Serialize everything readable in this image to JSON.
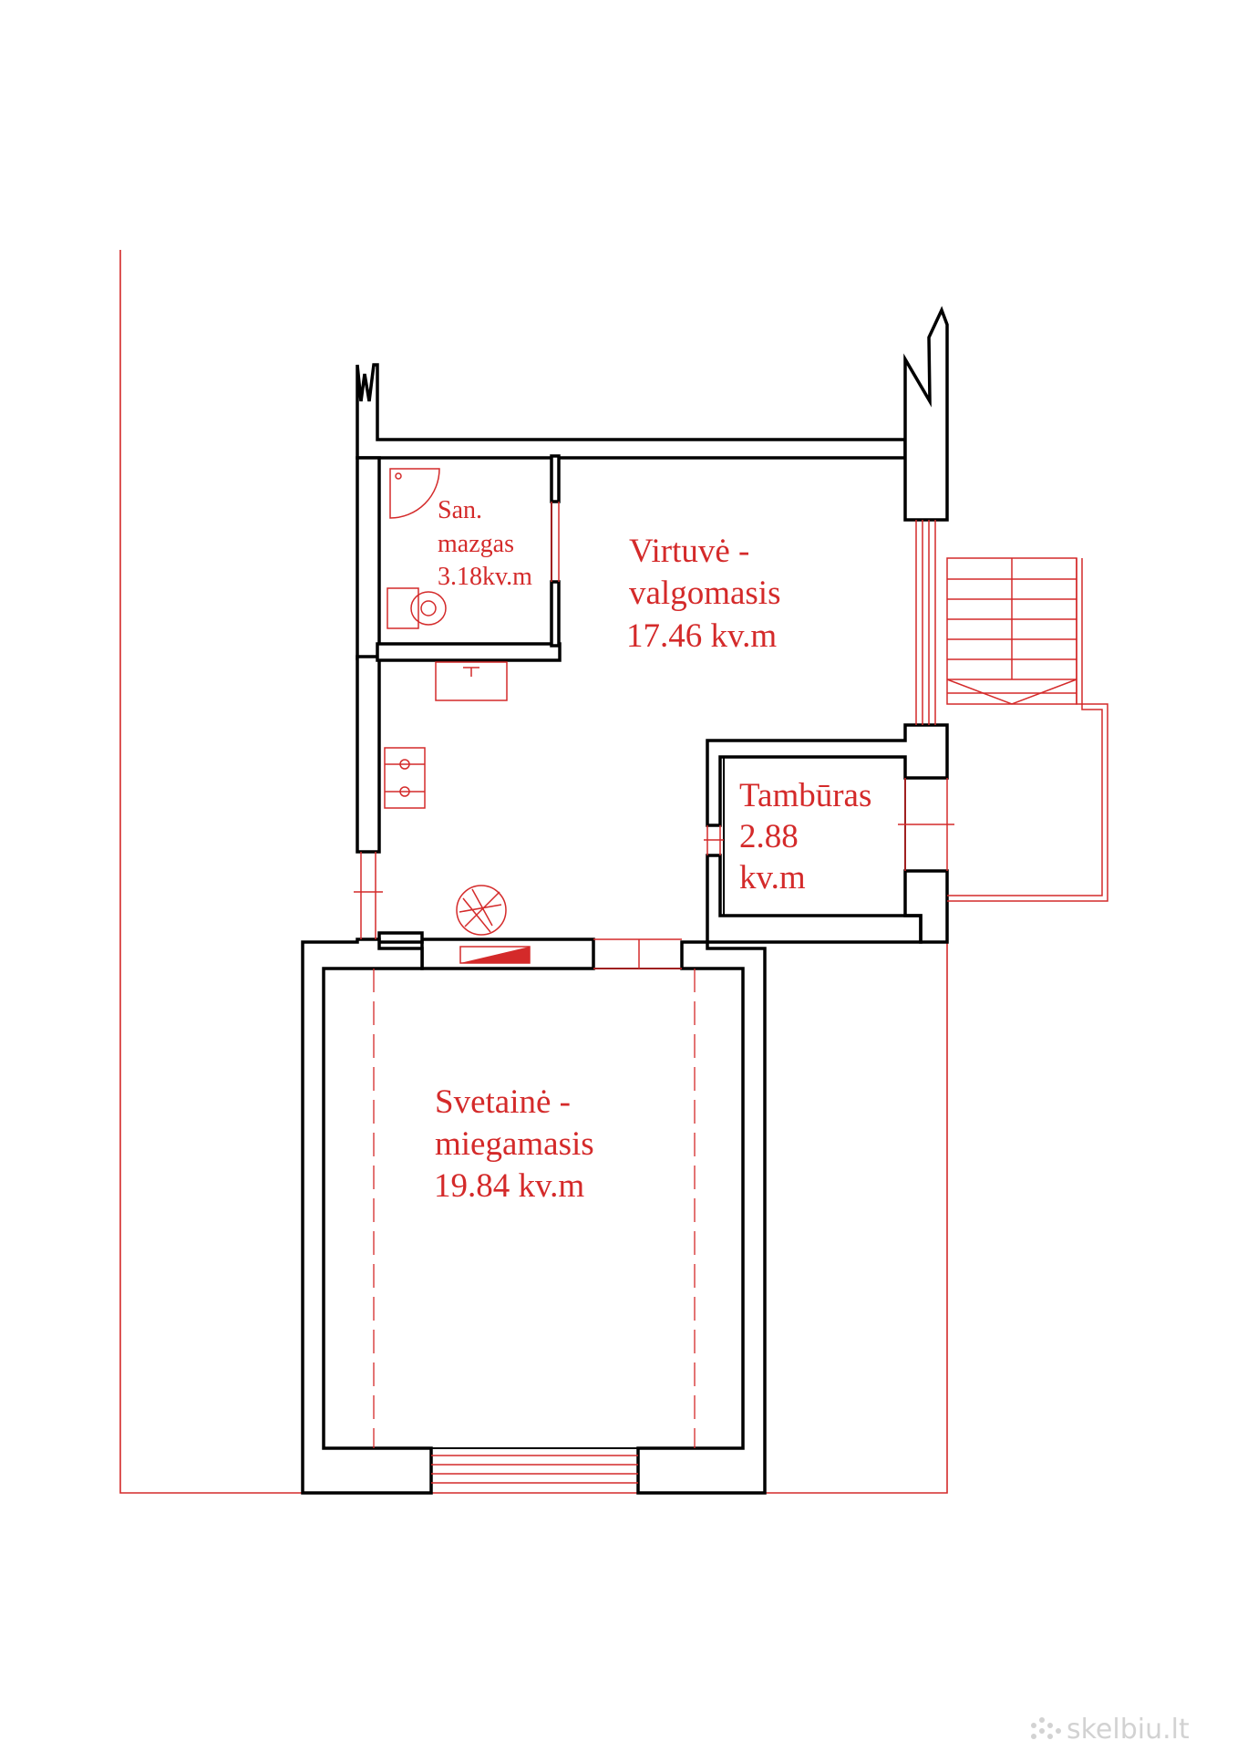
{
  "colors": {
    "wall": "#000000",
    "annotation": "#d42a2a",
    "watermark": "#d2d2d2",
    "background": "#ffffff"
  },
  "rooms": {
    "bathroom": {
      "lines": [
        "San.",
        "mazgas",
        "3.18kv.m"
      ]
    },
    "kitchen": {
      "lines": [
        "Virtuvė -",
        "valgomasis",
        "17.46 kv.m"
      ]
    },
    "vestibule": {
      "lines": [
        "Tambūras",
        "2.88",
        "kv.m"
      ]
    },
    "living": {
      "lines": [
        "Svetainė -",
        "miegamasis",
        "19.84 kv.m"
      ]
    }
  },
  "watermark": {
    "text": "skelbiu.lt",
    "icon": "dots-logo-icon"
  }
}
